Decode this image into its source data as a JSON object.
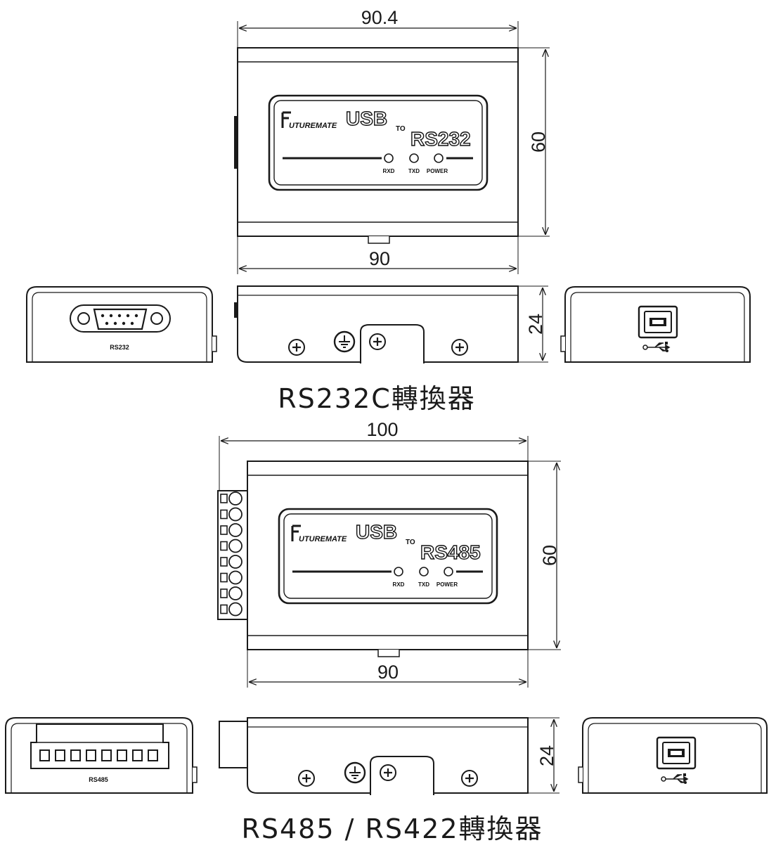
{
  "rs232": {
    "top": {
      "width_top": "90.4",
      "width_bottom": "90",
      "height": "60"
    },
    "side_height": "24",
    "label": {
      "brand": "UTUREMATE",
      "usb": "USB",
      "to": "TO",
      "protocol": "RS232",
      "leds": [
        "RXD",
        "TXD",
        "POWER"
      ]
    },
    "port_label": "RS232",
    "caption": "RS232C轉換器"
  },
  "rs485": {
    "top": {
      "width_top": "100",
      "width_bottom": "90",
      "height": "60"
    },
    "side_height": "24",
    "label": {
      "brand": "UTUREMATE",
      "usb": "USB",
      "to": "TO",
      "protocol": "RS485",
      "leds": [
        "RXD",
        "TXD",
        "POWER"
      ]
    },
    "port_label": "RS485",
    "caption": "RS485 / RS422轉換器"
  },
  "icons": [
    "usb-b-port-icon",
    "usb-symbol-icon",
    "ground-symbol-icon",
    "screw-icon",
    "db9-connector-icon",
    "terminal-block-icon"
  ]
}
